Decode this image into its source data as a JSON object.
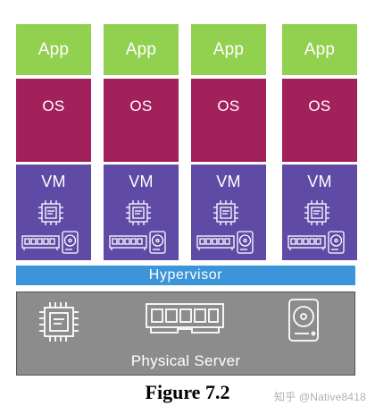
{
  "stacks": [
    {
      "app": "App",
      "os": "OS",
      "vm": "VM"
    },
    {
      "app": "App",
      "os": "OS",
      "vm": "VM"
    },
    {
      "app": "App",
      "os": "OS",
      "vm": "VM"
    },
    {
      "app": "App",
      "os": "OS",
      "vm": "VM"
    }
  ],
  "hypervisor": "Hypervisor",
  "server": "Physical Server",
  "caption": "Figure 7.2",
  "watermark": "知乎 @Native8418",
  "colors": {
    "app": "#92d050",
    "os": "#a3215b",
    "vm": "#5f4aa6",
    "hypervisor": "#3b95d8",
    "server": "#8c8c8c"
  },
  "icons": [
    "cpu-icon",
    "memory-icon",
    "hard-disk-icon"
  ]
}
